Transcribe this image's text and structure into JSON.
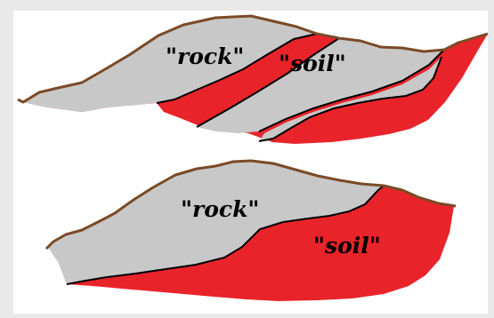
{
  "colors": {
    "background": "#e9e9e9",
    "panel": "#ffffff",
    "rock_fill": "#c8c8c8",
    "soil_fill": "#e8242a",
    "ground_surface": "#7a4a26",
    "contact_line": "#000000"
  },
  "top_diagram": {
    "rock_label": "\"rock\"",
    "soil_label": "\"soil\""
  },
  "bottom_diagram": {
    "rock_label": "\"rock\"",
    "soil_label": "\"soil\""
  }
}
